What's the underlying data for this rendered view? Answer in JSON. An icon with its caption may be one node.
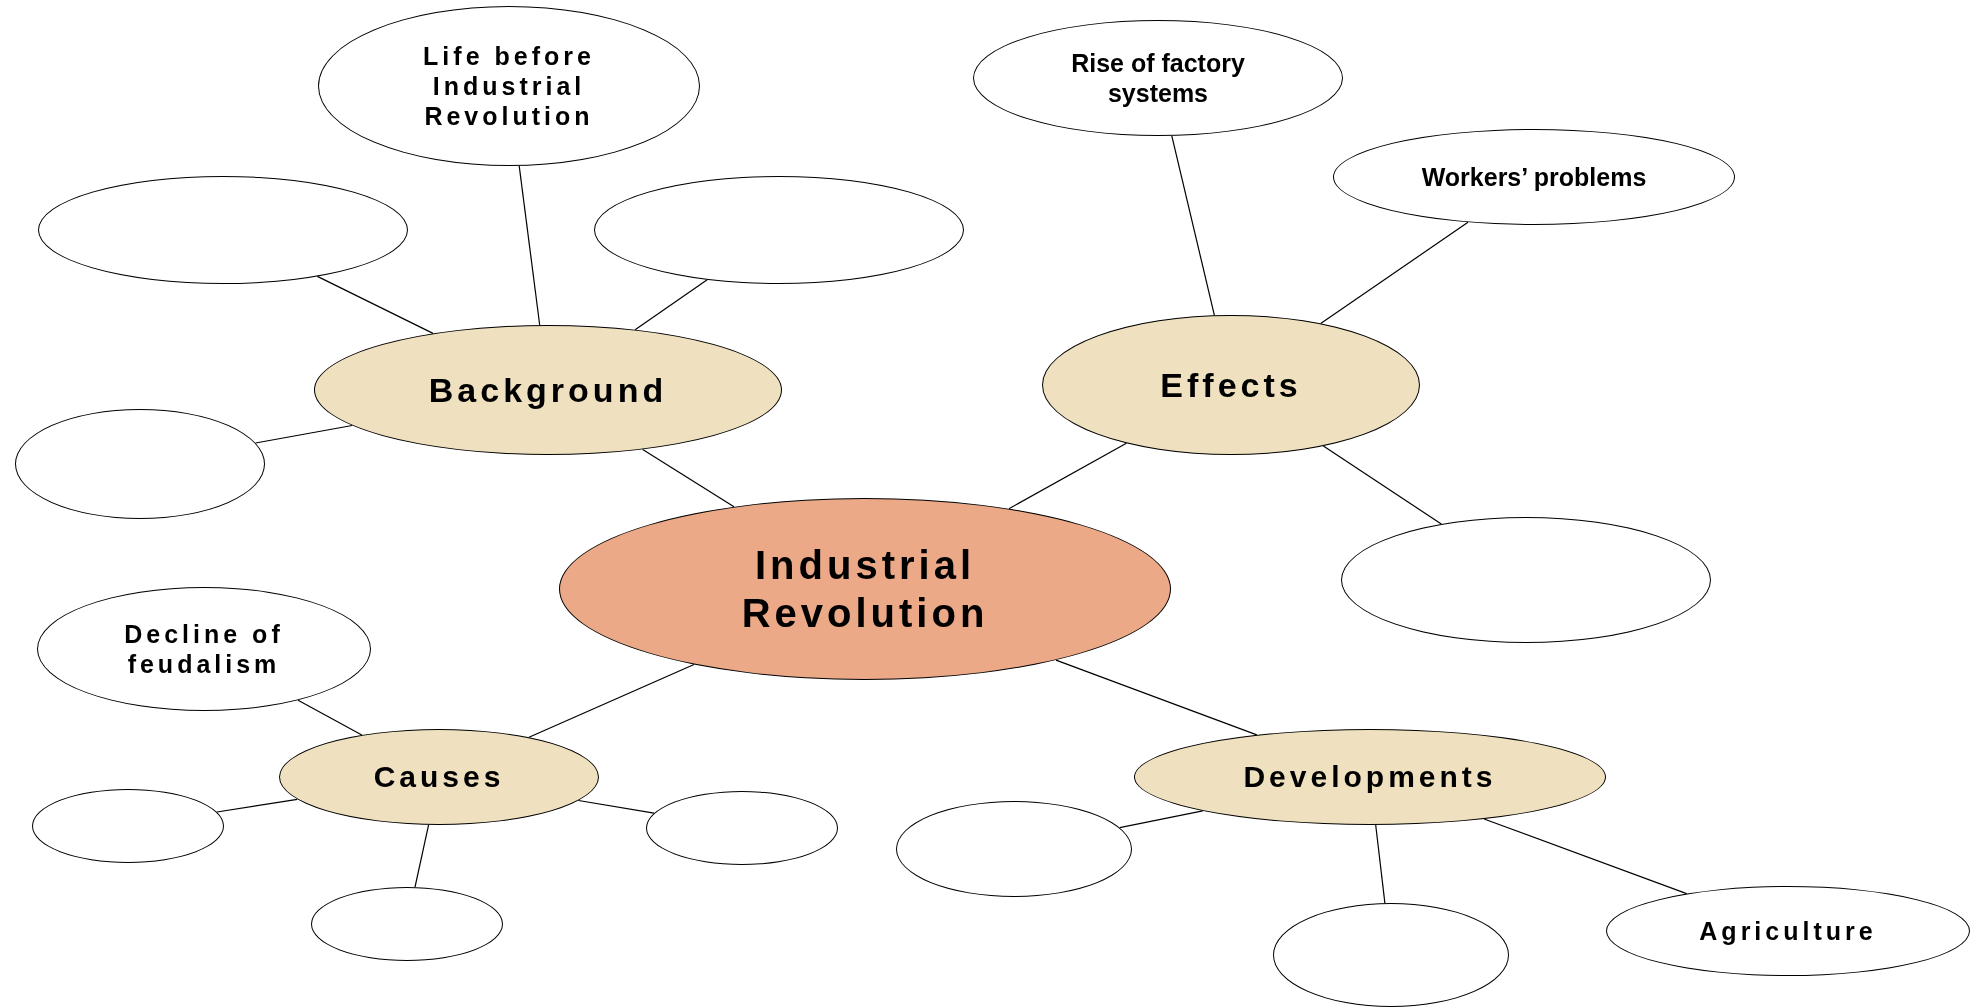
{
  "diagram": {
    "nodes": [
      {
        "text": [
          "Industrial Revolution"
        ]
      },
      {
        "text": [
          "Background"
        ]
      },
      {
        "text": [
          "Life before Industrial Revolution"
        ]
      },
      {
        "text": [],
        "shape": "ellipse"
      },
      {
        "text": [],
        "shape": "ellipse"
      },
      {
        "text": [],
        "shape": "ellipse"
      },
      {
        "text": [
          "Effects"
        ]
      },
      {
        "text": [
          "Rise of factory systems"
        ]
      },
      {
        "text": [
          "Workers’ problems"
        ]
      },
      {
        "text": [],
        "shape": "ellipse"
      },
      {
        "text": [
          "Causes"
        ]
      },
      {
        "text": [
          "Decline of feudalism"
        ]
      },
      {
        "text": [],
        "shape": "ellipse"
      },
      {
        "text": [],
        "shape": "ellipse"
      },
      {
        "text": [],
        "shape": "ellipse"
      },
      {
        "text": [
          "Developments"
        ]
      },
      {
        "text": [],
        "shape": "ellipse"
      },
      {
        "text": [],
        "shape": "ellipse"
      },
      {
        "text": [
          "Agriculture"
        ]
      }
    ],
    "edges": [
      {
        "from": 0,
        "to": 1,
        "arrow": "none"
      },
      {
        "from": 0,
        "to": 6,
        "arrow": "none"
      },
      {
        "from": 0,
        "to": 10,
        "arrow": "none"
      },
      {
        "from": 0,
        "to": 15,
        "arrow": "none"
      },
      {
        "from": 1,
        "to": 2,
        "arrow": "none"
      },
      {
        "from": 1,
        "to": 3,
        "arrow": "none"
      },
      {
        "from": 1,
        "to": 4,
        "arrow": "none"
      },
      {
        "from": 1,
        "to": 5,
        "arrow": "none"
      },
      {
        "from": 6,
        "to": 7,
        "arrow": "none"
      },
      {
        "from": 6,
        "to": 8,
        "arrow": "none"
      },
      {
        "from": 6,
        "to": 9,
        "arrow": "none"
      },
      {
        "from": 10,
        "to": 11,
        "arrow": "none"
      },
      {
        "from": 10,
        "to": 12,
        "arrow": "none"
      },
      {
        "from": 10,
        "to": 13,
        "arrow": "none"
      },
      {
        "from": 10,
        "to": 14,
        "arrow": "none"
      },
      {
        "from": 15,
        "to": 16,
        "arrow": "none"
      },
      {
        "from": 15,
        "to": 17,
        "arrow": "none"
      },
      {
        "from": 15,
        "to": 18,
        "arrow": "none"
      }
    ]
  }
}
